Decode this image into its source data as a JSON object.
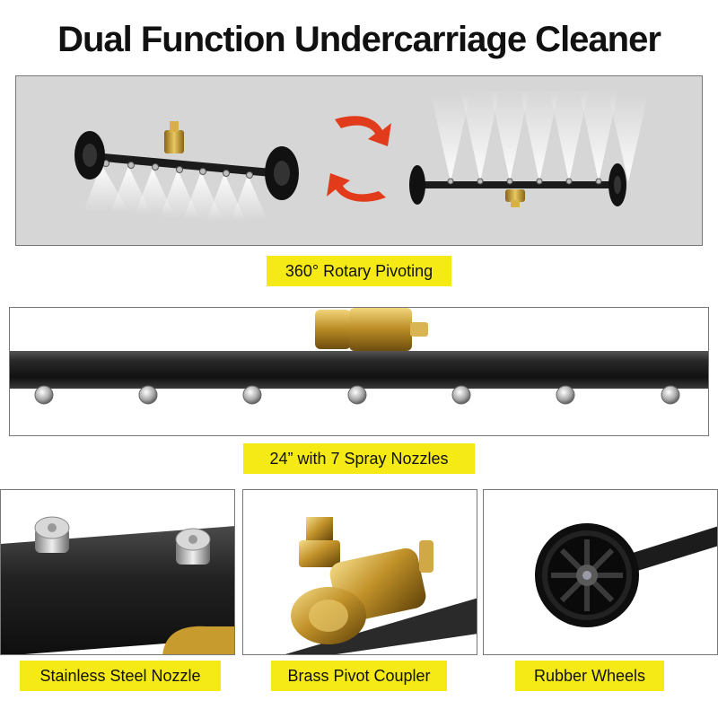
{
  "title": "Dual Function Undercarriage  Cleaner",
  "labels": {
    "rotary": "360° Rotary Pivoting",
    "nozzles": "24” with 7 Spray Nozzles",
    "steel": "Stainless Steel Nozzle",
    "brass": "Brass Pivot Coupler",
    "wheels": "Rubber Wheels"
  },
  "colors": {
    "label_bg": "#f5ea16",
    "arrow_red": "#e23b1c",
    "bar_black": "#1b1b1b",
    "brass": "#c89b2e",
    "panel_gray": "#d6d6d6"
  }
}
